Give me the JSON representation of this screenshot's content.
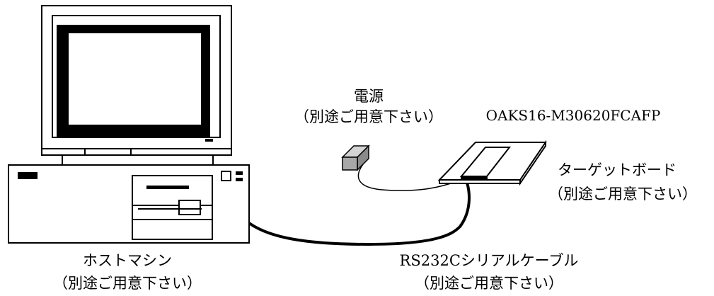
{
  "labels": {
    "host_name": "ホストマシン",
    "host_note": "（別途ご用意下さい）",
    "power_name": "電源",
    "power_note": "（別途ご用意下さい）",
    "board_model": "OAKS16-M30620FCAFP",
    "target_name": "ターゲットボード",
    "target_note": "（別途ご用意下さい）",
    "cable_name": "RS232Cシリアルケーブル",
    "cable_note": "（別途ご用意下さい）"
  }
}
